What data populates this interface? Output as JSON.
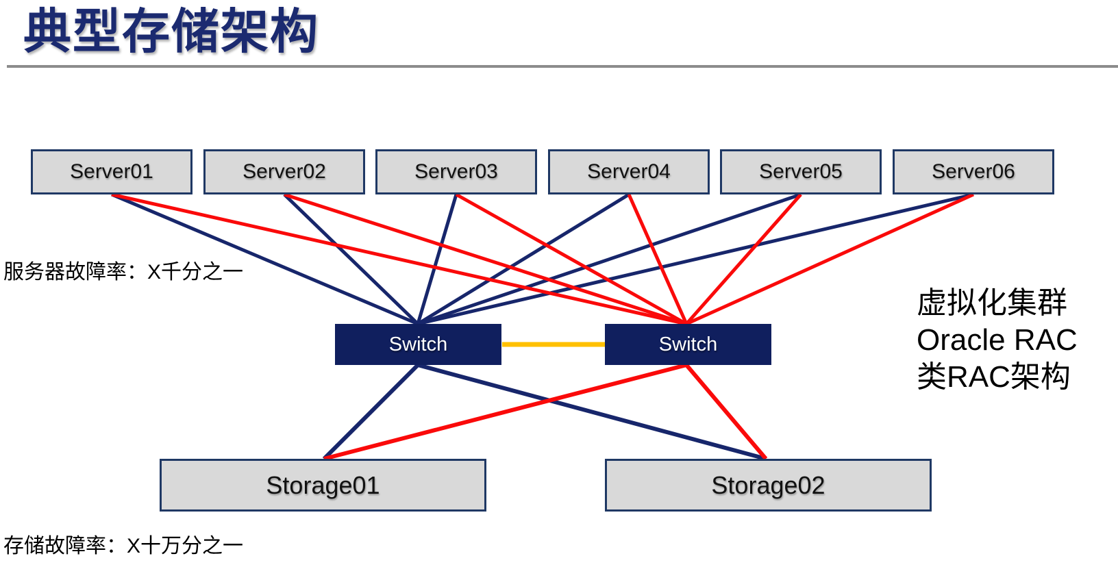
{
  "slide": {
    "title": "典型存储架构"
  },
  "diagram": {
    "servers": [
      {
        "label": "Server01"
      },
      {
        "label": "Server02"
      },
      {
        "label": "Server03"
      },
      {
        "label": "Server04"
      },
      {
        "label": "Server05"
      },
      {
        "label": "Server06"
      }
    ],
    "switches": [
      {
        "label": "Switch"
      },
      {
        "label": "Switch"
      }
    ],
    "storages": [
      {
        "label": "Storage01"
      },
      {
        "label": "Storage02"
      }
    ]
  },
  "annotations": {
    "server_failure_rate": "服务器故障率：X千分之一",
    "storage_failure_rate": "存储故障率：X十万分之一",
    "cluster_note": {
      "lines": [
        "虚拟化集群",
        "Oracle RAC",
        "类RAC架构"
      ]
    }
  },
  "colors": {
    "title": "#1b2a70",
    "navy_line": "#17266b",
    "red_line": "#fa0a0a",
    "orange_line": "#ffc000",
    "box_fill": "#d9d9d9",
    "box_border": "#1f3864",
    "switch_fill": "#101f5e",
    "switch_text": "#ffffff",
    "separator": "#8c8c8c",
    "text": "#000000"
  }
}
